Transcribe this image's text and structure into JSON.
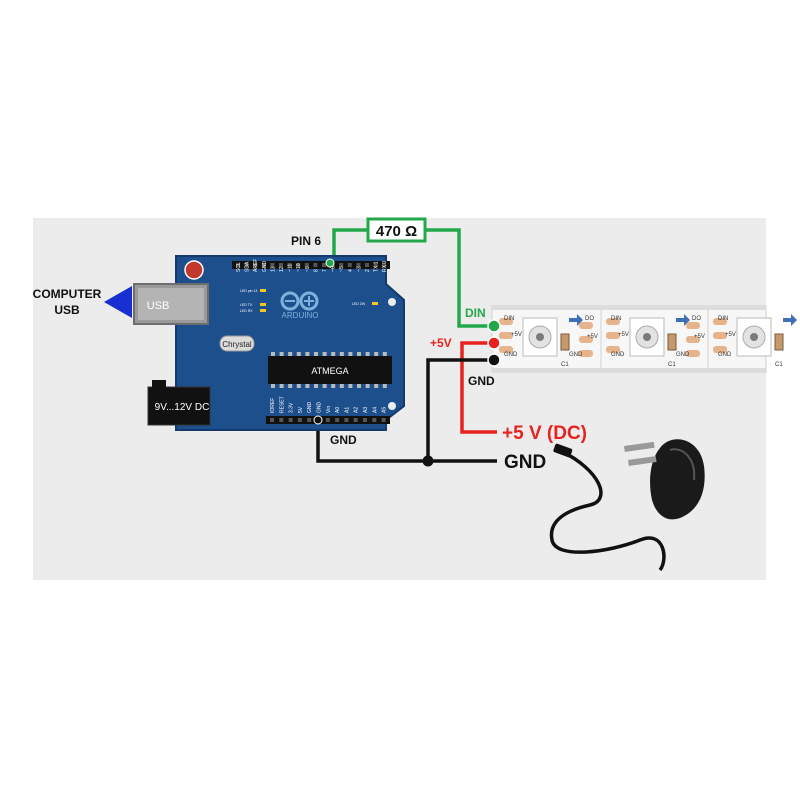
{
  "labels": {
    "computer_usb": [
      "COMPUTER",
      "USB"
    ],
    "usb_port": "USB",
    "dc_jack": "9V...12V DC",
    "pin6": "PIN 6",
    "resistor": "470 Ω",
    "din": "DIN",
    "plus5v": "+5V",
    "gnd_strip": "GND",
    "gnd_board": "GND",
    "plus5v_dc": "+5 V (DC)",
    "gnd_psu": "GND",
    "chip": "ATMEGA",
    "crystal": "Chrystal",
    "arduino": "ARDUINO"
  },
  "header_pins_top": [
    "SCL",
    "SDA",
    "AREF",
    "GND",
    "13",
    "12",
    "~11",
    "~10",
    "~9",
    "8",
    "7",
    "~6",
    "~5",
    "4",
    "~3",
    "2",
    "TX 1",
    "RX 0"
  ],
  "header_pins_bottom": [
    "IOREF",
    "RESET",
    "3.3V",
    "5V",
    "GND",
    "GND",
    "Vin",
    "A0",
    "A1",
    "A2",
    "A3",
    "A4",
    "A5"
  ],
  "board_leds": [
    "LED pin 13",
    "LED TX",
    "LED RX",
    "LED ON"
  ],
  "strip_pads": {
    "left": [
      "DIN",
      "+5V",
      "GND"
    ],
    "right": [
      "DO",
      "+5V",
      "GND"
    ],
    "cap": "C1"
  },
  "colors": {
    "board": "#1d4f8c",
    "board_dark": "#143a6b",
    "signal_wire": "#22a84a",
    "power_wire": "#e8231f",
    "ground_wire": "#111111",
    "usb_arrow": "#1a2fd1",
    "panel": "#ececec",
    "pad": "#e6b48c"
  }
}
